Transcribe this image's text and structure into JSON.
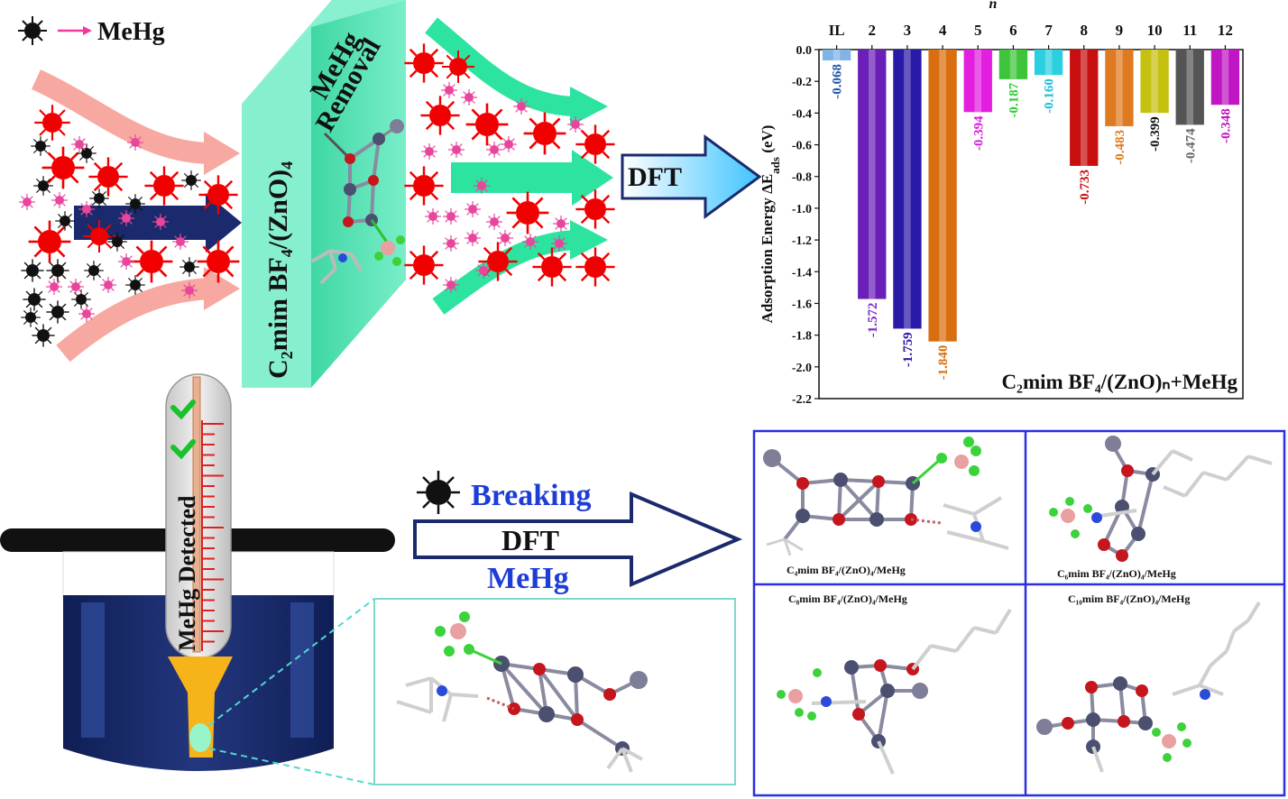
{
  "legend": {
    "label": "MeHg"
  },
  "panel_box": {
    "label_formula": "C₂mim BF₄/(ZnO)₄",
    "label_removal_1": "MeHg",
    "label_removal_2": "Removal"
  },
  "arrow_dft_top": "DFT",
  "thermometer": {
    "label": "MeHg Detected"
  },
  "breaking_arrow": {
    "line1": "Breaking",
    "line2": "DFT",
    "line3": "MeHg"
  },
  "structure_grid": {
    "labels": [
      "C₄mim BF₄/(ZnO)₄/MeHg",
      "C₆mim BF₄/(ZnO)₄/MeHg",
      "C₈mim BF₄/(ZnO)₄/MeHg",
      "C₁₀mim BF₄/(ZnO)₄/MeHg"
    ]
  },
  "colors": {
    "ionic_panel": "#6fe3c0",
    "navy": "#1a2a6c",
    "arrow_pink": "#f7a8a0",
    "arrow_green": "#2de3a0",
    "particle_red": "#f00000",
    "particle_black": "#111111",
    "particle_pink": "#e8469c"
  },
  "chart_data": {
    "type": "bar",
    "top_axis_label": "n",
    "categories": [
      "IL",
      "2",
      "3",
      "4",
      "5",
      "6",
      "7",
      "8",
      "9",
      "10",
      "11",
      "12"
    ],
    "values": [
      -0.068,
      -1.572,
      -1.759,
      -1.84,
      -0.394,
      -0.187,
      -0.16,
      -0.733,
      -0.483,
      -0.399,
      -0.474,
      -0.348
    ],
    "value_labels": [
      "-0.068",
      "-1.572",
      "-1.759",
      "-1.840",
      "-0.394",
      "-0.187",
      "-0.160",
      "-0.733",
      "-0.483",
      "-0.399",
      "-0.474",
      "-0.348"
    ],
    "bar_colors": [
      "#7fb4e6",
      "#6a1fb8",
      "#2a1aa8",
      "#d96e10",
      "#e21ee0",
      "#3ec43a",
      "#2ad0e0",
      "#c80f10",
      "#e07a20",
      "#c6c010",
      "#555555",
      "#c016c4"
    ],
    "label_colors": [
      "#2356a8",
      "#7a2bd0",
      "#2a1aa8",
      "#d96e10",
      "#d81fd8",
      "#2ecc2e",
      "#22c0d8",
      "#c80f10",
      "#e07a20",
      "#111111",
      "#666666",
      "#c016c4"
    ],
    "ylabel": "Adsorption Energy ΔE",
    "ylabel_sub": "ads",
    "ylabel_unit": " (eV)",
    "ylim": [
      -2.2,
      0.0
    ],
    "yticks": [
      "0.0",
      "-0.2",
      "-0.4",
      "-0.6",
      "-0.8",
      "-1.0",
      "-1.2",
      "-1.4",
      "-1.6",
      "-1.8",
      "-2.0",
      "-2.2"
    ],
    "annotation": "C₂mim BF₄/(ZnO)ₙ+MeHg"
  }
}
